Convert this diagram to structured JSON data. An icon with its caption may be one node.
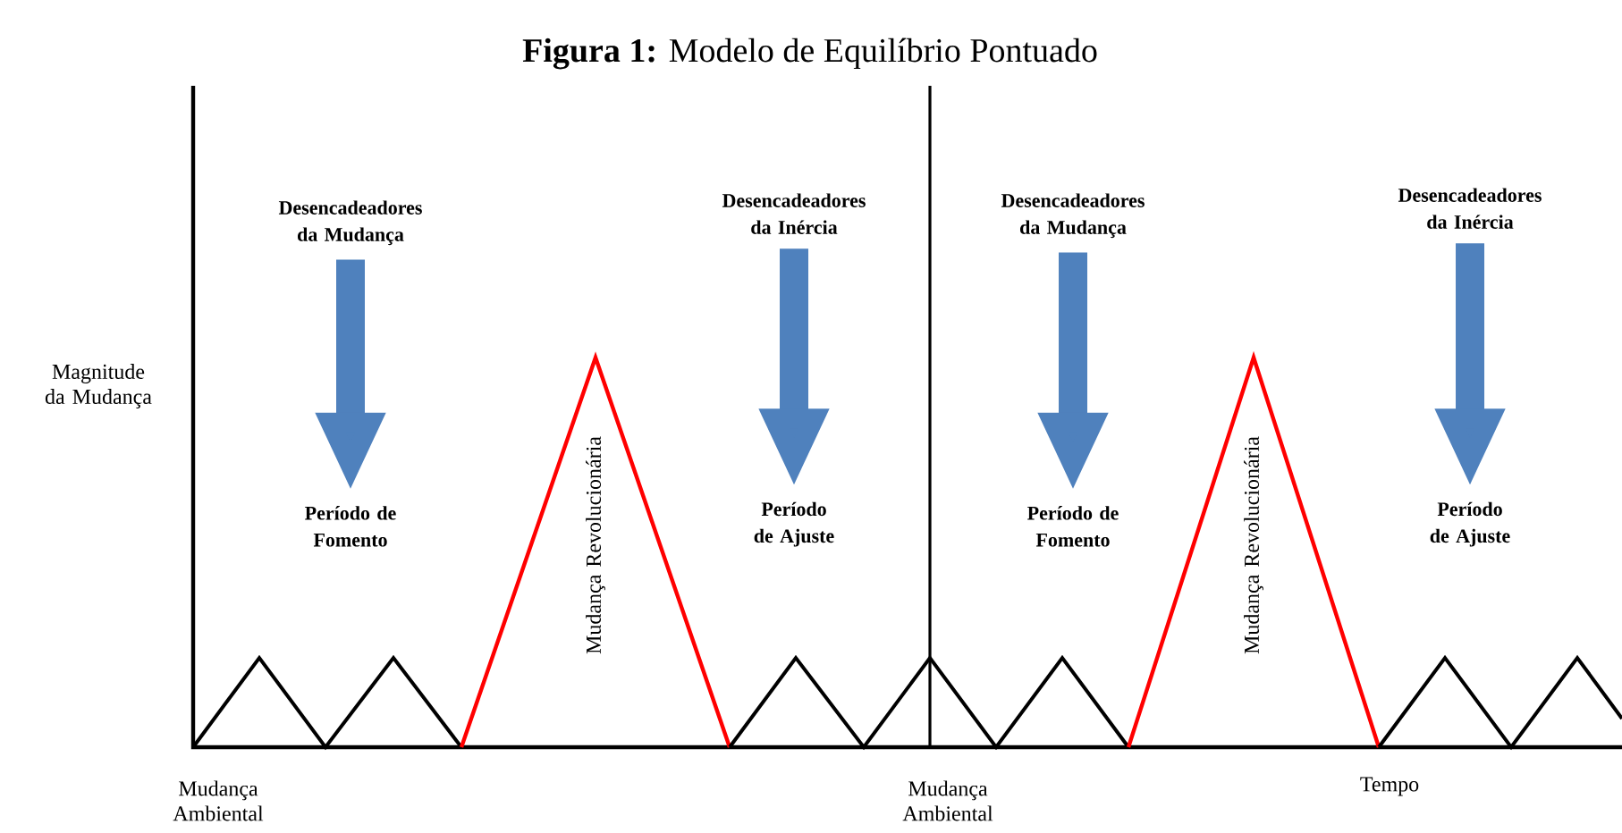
{
  "diagram": {
    "title": "**Figura 1:** Modelo de Equilíbrio Pontuado",
    "nodes": [
      {
        "text": [
          "Desencadeadores da Mudança"
        ]
      },
      {
        "text": [
          "Período de Fomento"
        ]
      },
      {
        "text": [
          "Desencadeadores da Inércia"
        ]
      },
      {
        "text": [
          "Período de Ajuste"
        ]
      },
      {
        "text": [
          "Desencadeadores da Mudança"
        ]
      },
      {
        "text": [
          "Período de Fomento"
        ]
      },
      {
        "text": [
          "Desencadeadores da Inércia"
        ]
      },
      {
        "text": [
          "Período de Ajuste"
        ]
      }
    ],
    "edges": [
      {
        "from": 0,
        "to": 1,
        "arrow": "to"
      },
      {
        "from": 2,
        "to": 3,
        "arrow": "to"
      },
      {
        "from": 4,
        "to": 5,
        "arrow": "to"
      },
      {
        "from": 6,
        "to": 7,
        "arrow": "to"
      }
    ],
    "labels": [
      "Magnitude da Mudança",
      "Mudança Revolucionária",
      "Mudança Revolucionária",
      "Mudança Ambiental",
      "Mudança Ambiental",
      "Tempo"
    ]
  }
}
